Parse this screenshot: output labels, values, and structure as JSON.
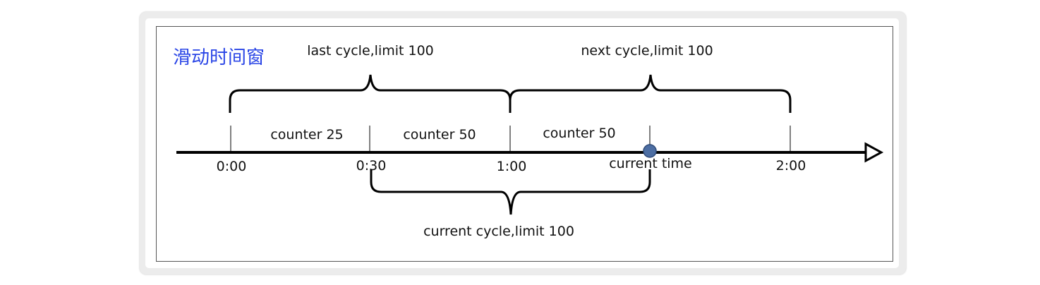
{
  "title": "滑动时间窗",
  "colors": {
    "title": "#2a45e6",
    "line": "#000000",
    "marker": "#4d6ea3"
  },
  "cycles": {
    "last": "last cycle,limit 100",
    "next": "next cycle,limit 100",
    "current": "current cycle,limit 100"
  },
  "counters": [
    "counter 25",
    "counter 50",
    "counter 50"
  ],
  "ticks": [
    "0:00",
    "0:30",
    "1:00",
    "2:00"
  ],
  "current_time_label": "current time"
}
